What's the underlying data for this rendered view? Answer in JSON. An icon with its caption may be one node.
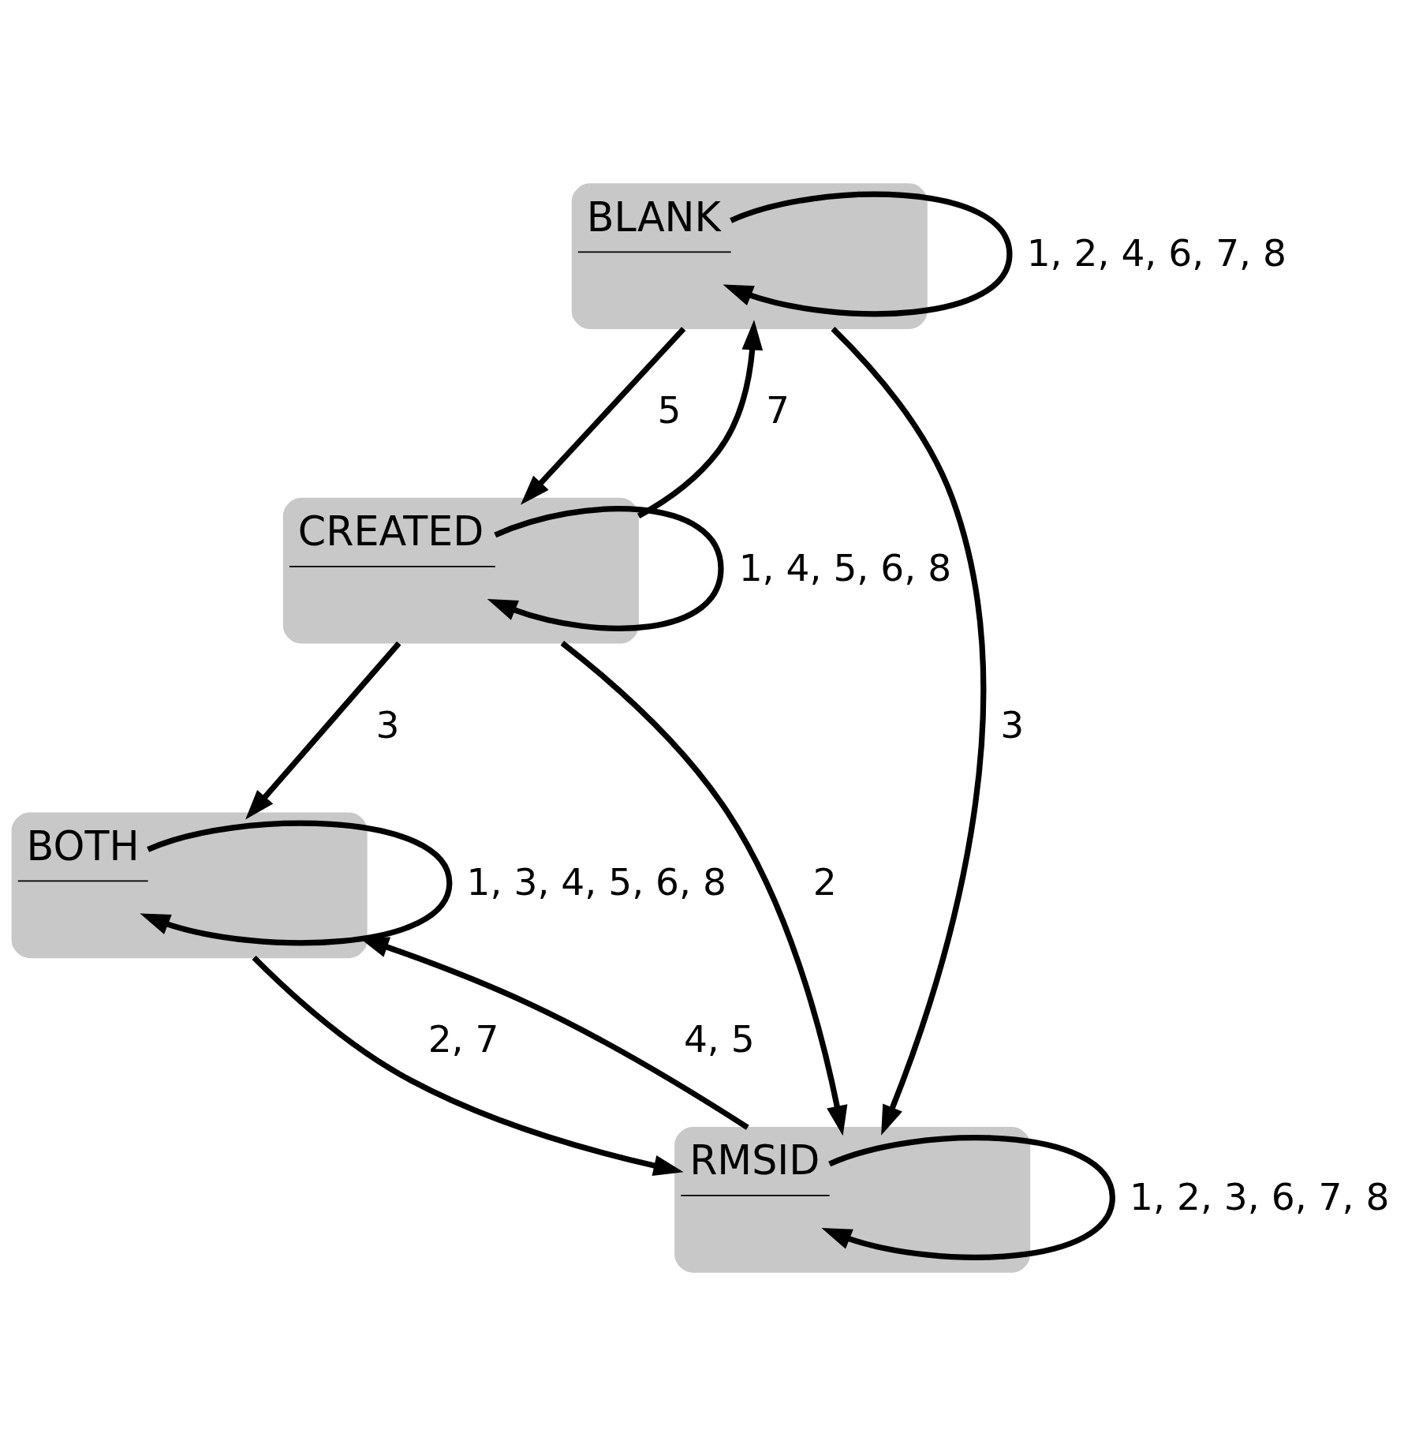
{
  "diagram": {
    "nodes": [
      {
        "text": [
          "BLANK"
        ]
      },
      {
        "text": [
          "CREATED"
        ]
      },
      {
        "text": [
          "BOTH"
        ]
      },
      {
        "text": [
          "RMSID"
        ]
      }
    ],
    "edges": [
      {
        "from": 0,
        "to": 0,
        "arrow": "to",
        "label": "1, 2, 4, 6, 7, 8"
      },
      {
        "from": 0,
        "to": 1,
        "arrow": "to",
        "label": "5"
      },
      {
        "from": 1,
        "to": 0,
        "arrow": "to",
        "label": "7"
      },
      {
        "from": 0,
        "to": 3,
        "arrow": "to",
        "label": "3"
      },
      {
        "from": 1,
        "to": 1,
        "arrow": "to",
        "label": "1, 4, 5, 6, 8"
      },
      {
        "from": 1,
        "to": 3,
        "arrow": "to",
        "label": "2"
      },
      {
        "from": 1,
        "to": 2,
        "arrow": "to",
        "label": "3"
      },
      {
        "from": 2,
        "to": 2,
        "arrow": "to",
        "label": "1, 3, 4, 5, 6, 8"
      },
      {
        "from": 2,
        "to": 3,
        "arrow": "to",
        "label": "2, 7"
      },
      {
        "from": 3,
        "to": 2,
        "arrow": "to",
        "label": "4, 5"
      },
      {
        "from": 3,
        "to": 3,
        "arrow": "to",
        "label": "1, 2, 3, 6, 7, 8"
      }
    ]
  }
}
